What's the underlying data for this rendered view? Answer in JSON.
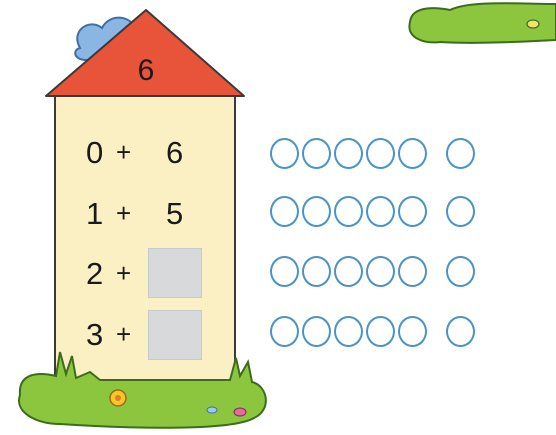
{
  "house": {
    "roof_number": "6",
    "rows": [
      {
        "a": "0",
        "op": "+",
        "b": "6",
        "b_blank": false
      },
      {
        "a": "1",
        "op": "+",
        "b": "5",
        "b_blank": false
      },
      {
        "a": "2",
        "op": "+",
        "b": "",
        "b_blank": true
      },
      {
        "a": "3",
        "op": "+",
        "b": "",
        "b_blank": true
      }
    ]
  },
  "circles": {
    "rows": 4,
    "per_row_visible": 6,
    "color": "#4a93c8"
  },
  "colors": {
    "roof": "#e8543a",
    "wall": "#fbf0c4",
    "grass": "#8cc63f",
    "blank_box": "#d8d9db"
  }
}
